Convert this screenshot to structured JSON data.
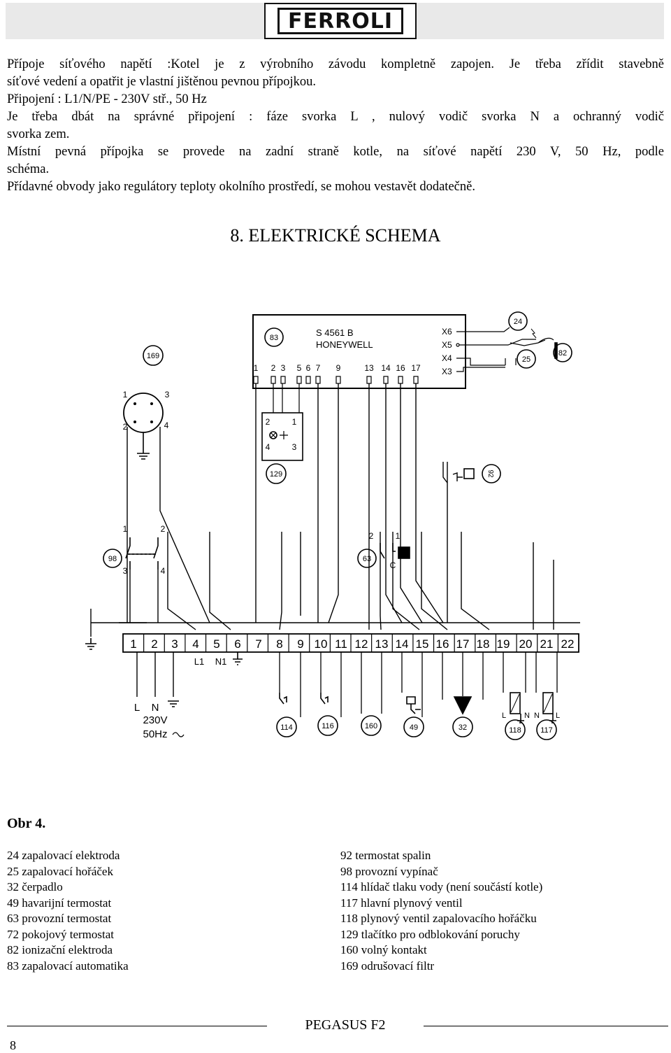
{
  "header": {
    "logo_text": "FERROLI"
  },
  "intro": {
    "lines": [
      "Přípoje síťového napětí :Kotel je z výrobního závodu kompletně zapojen. Je třeba zřídit stavebně",
      "síťové vedení a opatřit je vlastní jištěnou pevnou přípojkou.",
      "Připojení : L1/N/PE - 230V stř., 50 Hz",
      "Je třeba dbát na správné připojení : fáze svorka L , nulový vodič svorka N a ochranný vodič",
      "svorka zem.",
      "Místní pevná přípojka se provede na zadní straně kotle, na síťové napětí 230 V, 50 Hz, podle",
      "schéma.",
      "Přídavné obvody jako regulátory teploty okolního prostředí, se mohou vestavět dodatečně."
    ]
  },
  "section_title": "8. ELEKTRICKÉ SCHEMA",
  "diagram": {
    "controller_model": "S 4561 B",
    "controller_brand": "HONEYWELL",
    "controller_pins": [
      "1",
      "2",
      "3",
      "5",
      "6",
      "7",
      "9",
      "13",
      "14",
      "16",
      "17"
    ],
    "connectors": [
      "X6",
      "X5",
      "X4",
      "X3"
    ],
    "terminals": [
      "1",
      "2",
      "3",
      "4",
      "5",
      "6",
      "7",
      "8",
      "9",
      "10",
      "11",
      "12",
      "13",
      "14",
      "15",
      "16",
      "17",
      "18",
      "19",
      "20",
      "21",
      "22"
    ],
    "terminal_marks": [
      "L1",
      "N1"
    ],
    "supply_labels": [
      "L",
      "N"
    ],
    "supply_voltage": "230V",
    "supply_frequency": "50Hz",
    "component_refs": {
      "r83": "83",
      "r24": "24",
      "r25": "25",
      "r82": "82",
      "r169": "169",
      "r129": "129",
      "r92": "92",
      "r98": "98",
      "r63": "63",
      "r114": "114",
      "r116": "116",
      "r160": "160",
      "r49": "49",
      "r32": "32",
      "r118": "118",
      "r117": "117"
    },
    "pin_marks": {
      "f1": "1",
      "f2": "2",
      "f3": "3",
      "f4": "4",
      "b2": "2",
      "b1": "1",
      "b4": "4",
      "b3": "3",
      "s1": "1",
      "s2": "2",
      "s3": "3",
      "s4": "4",
      "t2": "2",
      "t1": "1",
      "tc": "C",
      "v1l": "L",
      "v1n": "N",
      "v2n": "N",
      "v2l": "L"
    }
  },
  "figure_label": "Obr 4.",
  "legend_left": [
    "24 zapalovací elektroda",
    "25 zapalovací hořáček",
    "32 čerpadlo",
    "49 havarijní termostat",
    "63 provozní termostat",
    "72 pokojový termostat",
    "82 ionizační elektroda",
    "83 zapalovací automatika"
  ],
  "legend_right": [
    "92 termostat spalin",
    "98 provozní vypínač",
    "114 hlídač tlaku vody (není součástí kotle)",
    "117 hlavní plynový ventil",
    "118 plynový ventil zapalovacího hořáčku",
    "129 tlačítko pro odblokování poruchy",
    "160 volný kontakt",
    "169 odrušovací filtr"
  ],
  "footer": {
    "title": "PEGASUS F2",
    "page": "8"
  }
}
